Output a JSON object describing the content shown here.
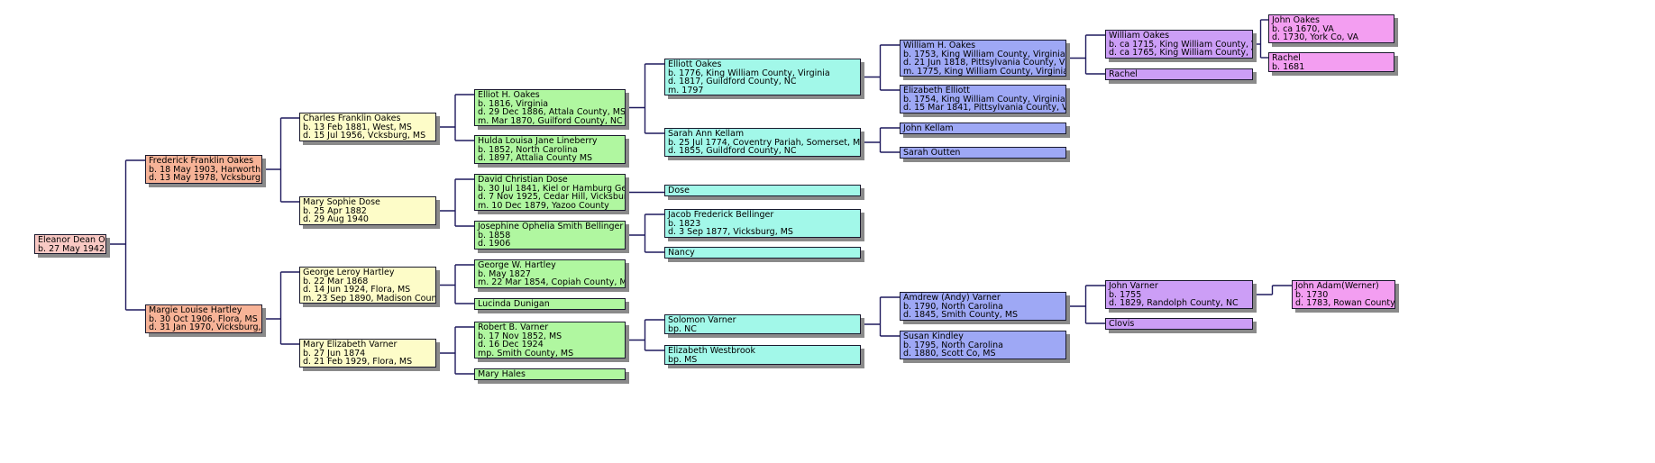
{
  "title": "Pedigree Chart — Eleanor Dean Oakes",
  "colors": {
    "gen0": "#f9c9c4",
    "gen1": "#f7b397",
    "gen2": "#fdfcc8",
    "gen3": "#b0f7a0",
    "gen4": "#a2f8e9",
    "gen5": "#9ea8f5",
    "gen6": "#cc9ef6",
    "gen7": "#f39ef1",
    "connector": "#1f1a5e"
  },
  "people": [
    {
      "id": "p1",
      "gen": 0,
      "lines": [
        "Eleanor Dean Oakes",
        "b. 27 May 1942"
      ]
    },
    {
      "id": "p2",
      "gen": 1,
      "parent": "p1",
      "lines": [
        "Frederick Franklin Oakes",
        "b. 18 May 1903, Harworth, MS",
        "d. 13 May 1978, Vcksburg, MS"
      ]
    },
    {
      "id": "p3",
      "gen": 1,
      "parent": "p1",
      "lines": [
        "Margie Louise Hartley",
        "b. 30 Oct 1906, Flora, MS",
        "d. 31 Jan 1970, Vicksburg, MS"
      ]
    },
    {
      "id": "p4",
      "gen": 2,
      "parent": "p2",
      "lines": [
        "Charles Franklin Oakes",
        "b. 13 Feb 1881, West, MS",
        "d. 15 Jul 1956, Vcksburg, MS"
      ]
    },
    {
      "id": "p5",
      "gen": 2,
      "parent": "p2",
      "lines": [
        "Mary Sophie Dose",
        "b. 25 Apr 1882",
        "d. 29 Aug 1940"
      ]
    },
    {
      "id": "p6",
      "gen": 2,
      "parent": "p3",
      "lines": [
        "George Leroy Hartley",
        "b. 22 Mar 1868",
        "d. 14 Jun 1924, Flora, MS",
        "m. 23 Sep 1890, Madison County, MS"
      ]
    },
    {
      "id": "p7",
      "gen": 2,
      "parent": "p3",
      "lines": [
        "Mary Elizabeth Varner",
        "b. 27 Jun 1874",
        "d. 21 Feb 1929, Flora, MS"
      ]
    },
    {
      "id": "p8",
      "gen": 3,
      "parent": "p4",
      "lines": [
        "Elliot H. Oakes",
        "b. 1816, Virginia",
        "d. 29 Dec 1886, Attala County, MS",
        "m. Mar 1870, Guilford County, NC"
      ]
    },
    {
      "id": "p9",
      "gen": 3,
      "parent": "p4",
      "lines": [
        "Hulda Louisa Jane Lineberry",
        "b. 1852, North Carolina",
        "d. 1897, Attalia County MS"
      ]
    },
    {
      "id": "p10",
      "gen": 3,
      "parent": "p5",
      "lines": [
        "David Christian Dose",
        "b. 30 Jul 1841, Kiel or Hamburg Germany",
        "d. 7 Nov 1925, Cedar Hill, Vicksburg, MS",
        "m. 10 Dec 1879, Yazoo County"
      ]
    },
    {
      "id": "p11",
      "gen": 3,
      "parent": "p5",
      "lines": [
        "Josephine Ophelia Smith Bellinger",
        "b. 1858",
        "d. 1906"
      ]
    },
    {
      "id": "p12",
      "gen": 3,
      "parent": "p6",
      "lines": [
        "George W. Hartley",
        "b. May 1827",
        "m. 22 Mar 1854, Copiah County, MS"
      ]
    },
    {
      "id": "p13",
      "gen": 3,
      "parent": "p6",
      "lines": [
        "Lucinda Dunigan"
      ]
    },
    {
      "id": "p14",
      "gen": 3,
      "parent": "p7",
      "lines": [
        "Robert B. Varner",
        "b. 17 Nov 1852, MS",
        "d. 16 Dec 1924",
        "mp. Smith County, MS"
      ]
    },
    {
      "id": "p15",
      "gen": 3,
      "parent": "p7",
      "lines": [
        "Mary Hales"
      ]
    },
    {
      "id": "p16",
      "gen": 4,
      "parent": "p8",
      "lines": [
        "Elliott Oakes",
        "b. 1776, King William County, Virginia",
        "d. 1817, Guildford County, NC",
        "m. 1797"
      ]
    },
    {
      "id": "p17",
      "gen": 4,
      "parent": "p8",
      "lines": [
        "Sarah Ann Kellam",
        "b. 25 Jul 1774, Coventry Pariah, Somerset, Maryland",
        "d. 1855, Guildford County, NC"
      ]
    },
    {
      "id": "p18",
      "gen": 4,
      "parent": "p10",
      "lines": [
        "Dose"
      ]
    },
    {
      "id": "p19",
      "gen": 4,
      "parent": "p11",
      "lines": [
        "Jacob Frederick Bellinger",
        "b. 1823",
        "d. 3 Sep 1877, Vicksburg, MS"
      ]
    },
    {
      "id": "p20",
      "gen": 4,
      "parent": "p11",
      "lines": [
        "Nancy"
      ]
    },
    {
      "id": "p21",
      "gen": 4,
      "parent": "p14",
      "lines": [
        "Solomon Varner",
        "bp. NC"
      ]
    },
    {
      "id": "p22",
      "gen": 4,
      "parent": "p14",
      "lines": [
        "Elizabeth Westbrook",
        "bp. MS"
      ]
    },
    {
      "id": "p23",
      "gen": 5,
      "parent": "p16",
      "lines": [
        "William H. Oakes",
        "b. 1753, King William County, Virginia",
        "d. 21 Jun 1818, Pittsylvania County, Virginia",
        "m. 1775, King William County, Virginia"
      ]
    },
    {
      "id": "p24",
      "gen": 5,
      "parent": "p16",
      "lines": [
        "Elizabeth Elliott",
        "b. 1754, King William County, Virginia",
        "d. 15 Mar 1841, Pittsylvania County, Virginia"
      ]
    },
    {
      "id": "p25",
      "gen": 5,
      "parent": "p17",
      "lines": [
        "John Kellam"
      ]
    },
    {
      "id": "p26",
      "gen": 5,
      "parent": "p17",
      "lines": [
        "Sarah Outten"
      ]
    },
    {
      "id": "p27",
      "gen": 5,
      "parent": "p21",
      "lines": [
        "Amdrew (Andy) Varner",
        "b. 1790, North Carolina",
        "d. 1845, Smith County, MS"
      ]
    },
    {
      "id": "p28",
      "gen": 5,
      "parent": "p21",
      "lines": [
        "Susan Kindley",
        "b. 1795, North Carolina",
        "d. 1880, Scott Co, MS"
      ]
    },
    {
      "id": "p29",
      "gen": 6,
      "parent": "p23",
      "lines": [
        "William Oakes",
        "b. ca 1715, King William County, Virginia",
        "d. ca 1765, King William County, Virginia"
      ]
    },
    {
      "id": "p30",
      "gen": 6,
      "parent": "p23",
      "lines": [
        "Rachel"
      ]
    },
    {
      "id": "p31",
      "gen": 6,
      "parent": "p27",
      "lines": [
        "John Varner",
        "b. 1755",
        "d. 1829, Randolph County, NC"
      ]
    },
    {
      "id": "p32",
      "gen": 6,
      "parent": "p27",
      "lines": [
        "Clovis"
      ]
    },
    {
      "id": "p33",
      "gen": 7,
      "parent": "p29",
      "lines": [
        "John Oakes",
        "b. ca 1670, VA",
        "d. 1730, York Co, VA"
      ]
    },
    {
      "id": "p34",
      "gen": 7,
      "parent": "p29",
      "lines": [
        "Rachel",
        "b. 1681"
      ]
    },
    {
      "id": "p35",
      "gen": 7,
      "parent": "p31",
      "lines": [
        "John Adam(Werner)",
        "b. 1730",
        "d. 1783, Rowan County, NC"
      ]
    }
  ]
}
